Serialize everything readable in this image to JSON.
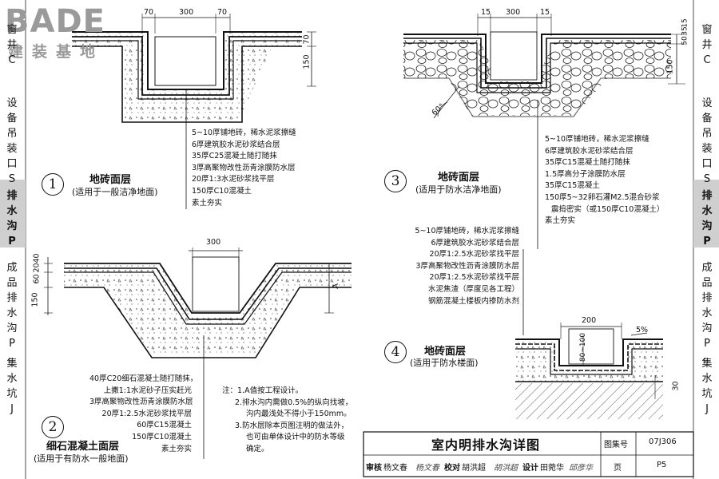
{
  "watermark": {
    "brand": "BADE",
    "sub": "建装基地"
  },
  "left_index": [
    {
      "chars": [
        "窗",
        "井",
        "C"
      ],
      "active": false
    },
    {
      "chars": [
        "设",
        "备",
        "吊",
        "装",
        "口",
        "S"
      ],
      "active": false
    },
    {
      "chars": [
        "排",
        "水",
        "沟",
        "P"
      ],
      "active": true
    },
    {
      "chars": [
        "成",
        "品",
        "排",
        "水",
        "沟",
        "P"
      ],
      "active": false
    },
    {
      "chars": [
        "集",
        "水",
        "坑",
        "J"
      ],
      "active": false
    }
  ],
  "right_index": [
    {
      "chars": [
        "窗",
        "井",
        "C"
      ],
      "active": false
    },
    {
      "chars": [
        "设",
        "备",
        "吊",
        "装",
        "口",
        "S"
      ],
      "active": false
    },
    {
      "chars": [
        "排",
        "水",
        "沟",
        "P"
      ],
      "active": true
    },
    {
      "chars": [
        "成",
        "品",
        "排",
        "水",
        "沟",
        "P"
      ],
      "active": false
    },
    {
      "chars": [
        "集",
        "水",
        "坑",
        "J"
      ],
      "active": false
    }
  ],
  "details": {
    "d1": {
      "num": "1",
      "title": "地砖面层",
      "subtitle": "(适用于一般洁净地面)",
      "dims": {
        "top": [
          "70",
          "300",
          "70"
        ],
        "side": [
          "150",
          "70"
        ]
      },
      "layers": [
        "5~10厚铺地砖，稀水泥浆擦缝",
        "6厚建筑胶水泥砂浆结合层",
        "35厚C25混凝土随打随抹",
        "3厚高聚物改性沥青涂膜防水层",
        "20厚1:3水泥砂浆找平层",
        "150厚C10混凝土",
        "素土夯实"
      ]
    },
    "d2": {
      "num": "2",
      "title": "细石混凝土面层",
      "subtitle": "(适用于有防水一般地面)",
      "dims": {
        "top": [
          "300"
        ],
        "side": [
          "150",
          "60",
          "20",
          "40"
        ],
        "tag": "A"
      },
      "layers": [
        "40厚C20细石混凝土随打随抹，",
        "上撒1:1水泥砂子压实赶光",
        "3厚高聚物改性沥青涂膜防水层",
        "20厚1:2.5水泥砂浆找平层",
        "60厚C15混凝土",
        "150厚C10混凝土",
        "素土夯实"
      ]
    },
    "d3": {
      "num": "3",
      "title": "地砖面层",
      "subtitle": "(适用于防水洁净地面)",
      "dims": {
        "top": [
          "15",
          "300",
          "15"
        ],
        "side": [
          "150",
          "50",
          "35",
          "15"
        ],
        "angle": "60°"
      },
      "layers": [
        "5~10厚铺地砖，稀水泥浆擦缝",
        "6厚建筑胶水泥砂浆结合层",
        "35厚C15混凝土随打随抹",
        "1.5厚高分子涂膜防水层",
        "35厚C15混凝土",
        "150厚5~32卵石灌M2.5混合砂浆",
        "震捣密实（或150厚C10混凝土）",
        "素土夯实"
      ]
    },
    "d4": {
      "num": "4",
      "title": "地砖面层",
      "subtitle": "(适用于防水楼面)",
      "dims": {
        "top": [
          "200"
        ],
        "depth": "80~100",
        "slope": "5%",
        "side": [
          "30"
        ]
      },
      "layers": [
        "5~10厚铺地砖，稀水泥浆擦缝",
        "6厚建筑胶水泥砂浆结合层",
        "20厚1:2.5水泥砂浆找平层",
        "3厚高聚物改性沥青涂膜防水层",
        "20厚1:2.5水泥砂浆找平层",
        "水泥焦渣（厚度见各工程）",
        "钢筋混凝土楼板内掺防水剂"
      ]
    }
  },
  "notes": {
    "label": "注：",
    "items": [
      "1.A值按工程设计。",
      "2.排水沟内需做0.5%的纵向找坡，",
      "沟内最浅处不得小于150mm。",
      "3.防水层除本页图注明的做法外，",
      "也可由单体设计中的防水等级",
      "确定。"
    ]
  },
  "title_block": {
    "title": "室内明排水沟详图",
    "atlas_label": "图集号",
    "atlas_no": "07J306",
    "row": [
      "审核",
      "杨文春",
      "校对",
      "胡洪超",
      "设计",
      "田菀华",
      "页"
    ],
    "signatures": [
      "杨文春",
      "胡洪超",
      "邱彦华"
    ],
    "page": "P5"
  }
}
